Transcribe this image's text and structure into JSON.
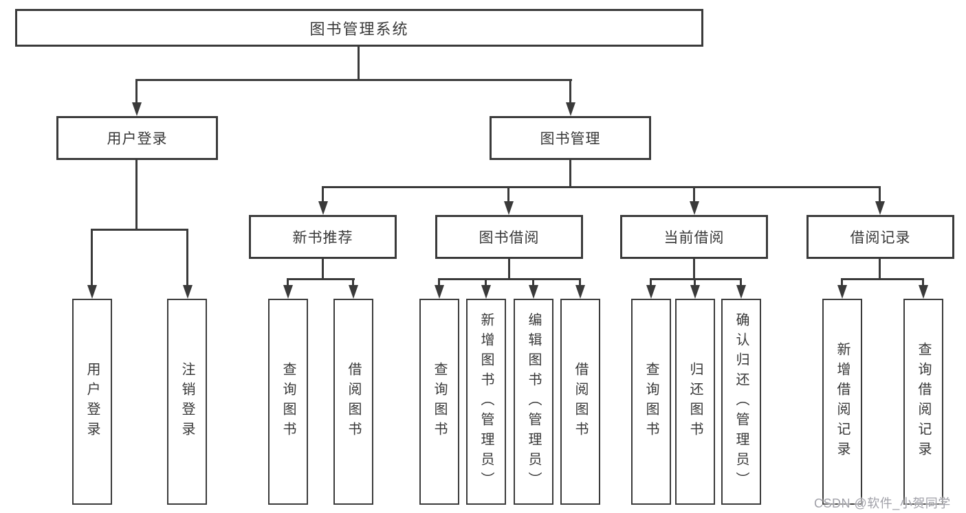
{
  "tree": {
    "root": {
      "label": "图书管理系统"
    },
    "children": [
      {
        "label": "用户登录",
        "children": [
          {
            "label": "用户登录"
          },
          {
            "label": "注销登录"
          }
        ]
      },
      {
        "label": "图书管理",
        "children": [
          {
            "label": "新书推荐",
            "children": [
              {
                "label": "查询图书"
              },
              {
                "label": "借阅图书"
              }
            ]
          },
          {
            "label": "图书借阅",
            "children": [
              {
                "label": "查询图书"
              },
              {
                "label": "新增图书（管理员）"
              },
              {
                "label": "编辑图书（管理员）"
              },
              {
                "label": "借阅图书"
              }
            ]
          },
          {
            "label": "当前借阅",
            "children": [
              {
                "label": "查询图书"
              },
              {
                "label": "归还图书"
              },
              {
                "label": "确认归还（管理员）"
              }
            ]
          },
          {
            "label": "借阅记录",
            "children": [
              {
                "label": "新增借阅记录"
              },
              {
                "label": "查询借阅记录"
              }
            ]
          }
        ]
      }
    ]
  },
  "watermark": {
    "text": "CSDN @软件_小贺同学"
  },
  "colors": {
    "line": "#3a3a3a",
    "text": "#383838",
    "watermark": "#a0a0a8",
    "background": "#ffffff"
  }
}
